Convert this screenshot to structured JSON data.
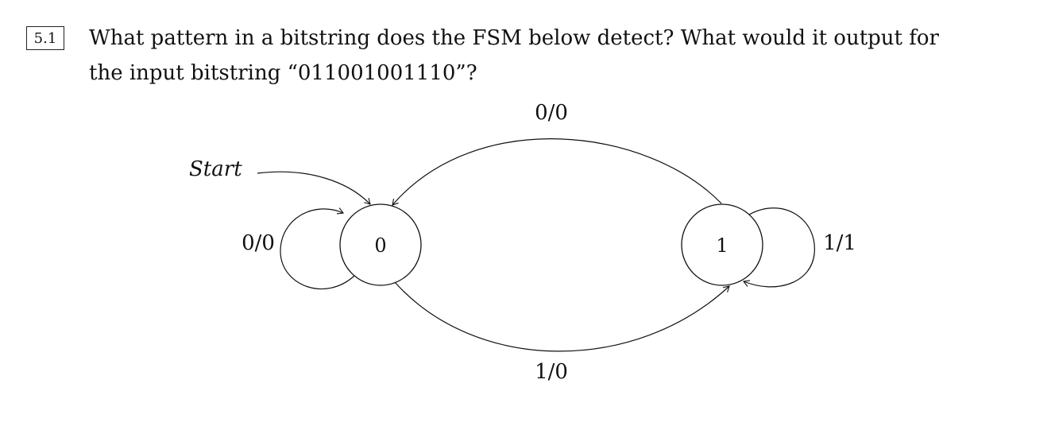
{
  "problem": {
    "number": "5.1",
    "question_line1": "What pattern in a bitstring does the FSM below detect? What would it output for",
    "question_line2": "the input bitstring “011001001110”?"
  },
  "diagram": {
    "start_label": "Start",
    "states": [
      {
        "id": "q0",
        "label": "0"
      },
      {
        "id": "q1",
        "label": "1"
      }
    ],
    "transitions": [
      {
        "from": "0",
        "to": "0",
        "label": "0/0"
      },
      {
        "from": "0",
        "to": "1",
        "label": "1/0"
      },
      {
        "from": "1",
        "to": "0",
        "label": "0/0"
      },
      {
        "from": "1",
        "to": "1",
        "label": "1/1"
      }
    ]
  }
}
